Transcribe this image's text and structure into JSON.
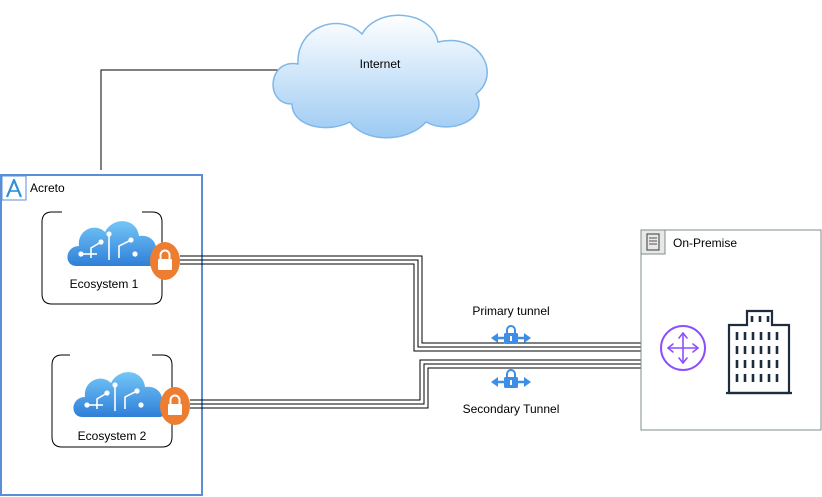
{
  "internet": {
    "label": "Internet"
  },
  "acreto": {
    "label": "Acreto"
  },
  "ecosystems": [
    {
      "label": "Ecosystem 1"
    },
    {
      "label": "Ecosystem 2"
    }
  ],
  "on_premise": {
    "label": "On-Premise"
  },
  "tunnels": {
    "primary_label": "Primary tunnel",
    "secondary_label": "Secondary Tunnel"
  },
  "colors": {
    "acreto_border": "#5b8ed6",
    "lock_orange": "#ed7d31",
    "router_purple": "#8c4fff",
    "cloud_blue": "#4a9ee6",
    "building_dark": "#1e2d3d"
  },
  "icons": {
    "internet": "cloud-icon",
    "acreto_logo": "acreto-logo-icon",
    "ecosystem": "cloud-circuit-icon",
    "lock": "padlock-icon",
    "tunnel": "tunnel-lock-arrows-icon",
    "router": "router-icon",
    "server": "server-icon",
    "building": "building-icon"
  }
}
